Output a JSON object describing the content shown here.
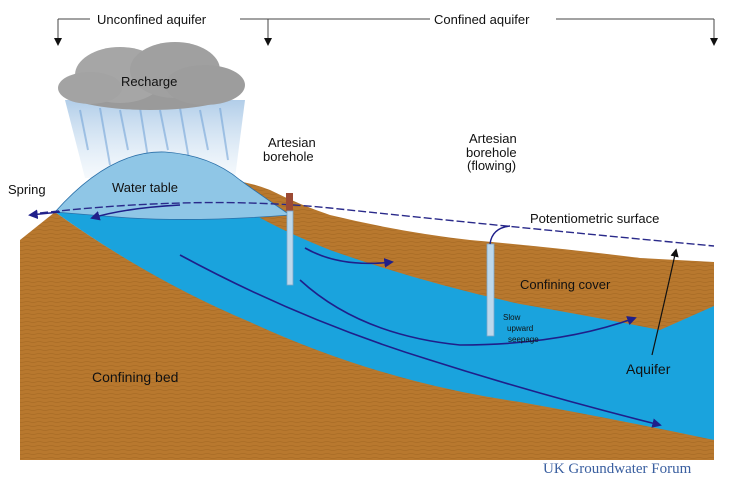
{
  "header": {
    "unconfined_label": "Unconfined aquifer",
    "confined_label": "Confined aquifer"
  },
  "labels": {
    "recharge": "Recharge",
    "spring": "Spring",
    "water_table": "Water table",
    "artesian_borehole_line1": "Artesian",
    "artesian_borehole_line2": "borehole",
    "flowing_borehole_line1": "Artesian",
    "flowing_borehole_line2": "borehole",
    "flowing_borehole_line3": "(flowing)",
    "potentiometric_surface": "Potentiometric surface",
    "confining_cover": "Confining cover",
    "slow_seepage_line1": "Slow",
    "slow_seepage_line2": "upward",
    "slow_seepage_line3": "seepage",
    "aquifer": "Aquifer",
    "confining_bed": "Confining bed"
  },
  "credit": "UK Groundwater Forum",
  "colors": {
    "rock_brown": "#b8782e",
    "aquifer_blue": "#1aa3dd",
    "mound_blue": "#8fc6e6",
    "flow_arrow": "#1f1f8a",
    "credit_blue": "#3a5fa0"
  }
}
